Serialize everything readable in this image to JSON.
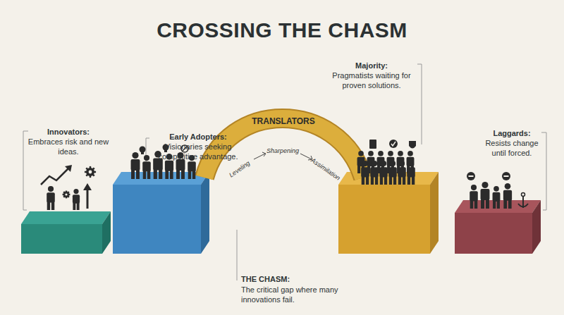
{
  "diagram": {
    "title": "CROSSING THE CHASM",
    "nodes": [
      {
        "text": [
          "Innovators:",
          "Embraces risk and new ideas."
        ]
      },
      {
        "text": [
          "Early Adopters:",
          "Visionaries seeking competitive advantage."
        ]
      },
      {
        "text": [
          "Majority:",
          "Pragmatists waiting for proven solutions."
        ]
      },
      {
        "text": [
          "Laggards:",
          "Resists change until forced."
        ]
      }
    ],
    "labels": [
      "TRANSLATORS",
      "Leveling",
      "Sharpening",
      "Assimilation",
      "THE CHASM:",
      "The critical gap where many innovations fail."
    ]
  }
}
